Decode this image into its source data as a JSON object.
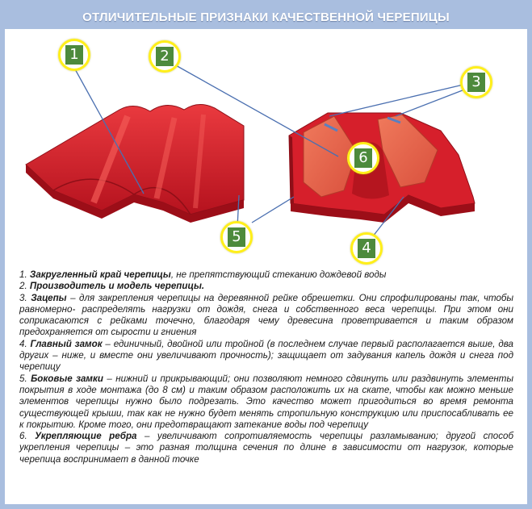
{
  "title": "ОТЛИЧИТЕЛЬНЫЕ ПРИЗНАКИ КАЧЕСТВЕННОЙ ЧЕРЕПИЦЫ",
  "colors": {
    "frame": "#a9bedf",
    "tile_red": "#d41e2a",
    "tile_dark": "#a4101b",
    "tile_back": "#e8664f",
    "badge_ring": "#ffef1a",
    "badge_fill": "#4d8a3c",
    "leader": "#4a6fb0"
  },
  "markers": [
    "1",
    "2",
    "3",
    "4",
    "5",
    "6"
  ],
  "items": [
    {
      "num": "1.",
      "term": "Закругленный край черепицы",
      "text": ", не препятствующий стеканию дождевой воды"
    },
    {
      "num": "2.",
      "term": "Производитель и модель черепицы.",
      "text": ""
    },
    {
      "num": "3.",
      "term": "Зацепы",
      "text": " – для закрепления черепицы на деревянной рейке обрешетки. Они спрофилированы так, чтобы равномерно- распределять нагрузки от дождя, снега и собственного веса черепицы. При этом они соприкасаются с рейками точечно, благодаря чему древесина проветривается и таким образом предохраняется от сырости и гниения"
    },
    {
      "num": "4.",
      "term": "Главный замок",
      "text": " – единичный, двойной или тройной (в последнем случае первый располагается выше, два других – ниже, и вместе они увеличивают прочность); защищает от задувания капель дождя и снега под черепицу"
    },
    {
      "num": "5.",
      "term": "Боковые замки",
      "text": " – нижний и прикрывающий; они позволяют немного сдвинуть или раздвинуть элементы покрытия в ходе монтажа (до 8 см) и таким образом расположить их на скате, чтобы как можно меньше элементов черепицы нужно было подрезать. Это качество может пригодиться во время ремонта существующей крыши, так как не нужно будет менять стропильную конструкцию или приспосабливать ее к покрытию. Кроме того, они предотвращают затекание воды под черепицу"
    },
    {
      "num": "6.",
      "term": "Укрепляющие ребра",
      "text": " – увеличивают сопротивляемость черепицы разламыванию; другой способ укрепления черепицы – это разная толщина сечения по длине в зависимости от нагрузок, которые черепица воспринимает в данной точке"
    }
  ]
}
